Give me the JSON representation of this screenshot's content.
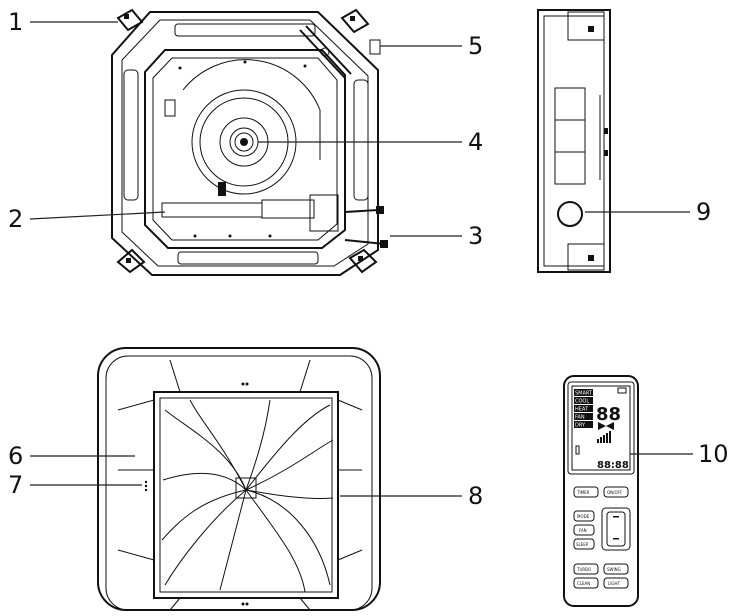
{
  "callouts": [
    {
      "id": 1,
      "label": "1"
    },
    {
      "id": 2,
      "label": "2"
    },
    {
      "id": 3,
      "label": "3"
    },
    {
      "id": 4,
      "label": "4"
    },
    {
      "id": 5,
      "label": "5"
    },
    {
      "id": 6,
      "label": "6"
    },
    {
      "id": 7,
      "label": "7"
    },
    {
      "id": 8,
      "label": "8"
    },
    {
      "id": 9,
      "label": "9"
    },
    {
      "id": 10,
      "label": "10"
    }
  ],
  "remote": {
    "modes": [
      "SMART",
      "COOL",
      "HEAT",
      "FAN",
      "DRY"
    ],
    "display_digits": "88",
    "clock": "88:88",
    "buttons": {
      "timer": "TIMER",
      "power": "ON/OFF",
      "mode": "MODE",
      "fan": "FAN",
      "sleep": "SLEEP",
      "turbo": "TURBO",
      "swing": "SWING",
      "clean": "CLEAN",
      "light": "LIGHT"
    }
  },
  "colors": {
    "line": "#111111",
    "background": "#ffffff"
  },
  "icons": [
    "fan-icon",
    "signal-icon",
    "battery-icon",
    "thermometer-icon"
  ]
}
